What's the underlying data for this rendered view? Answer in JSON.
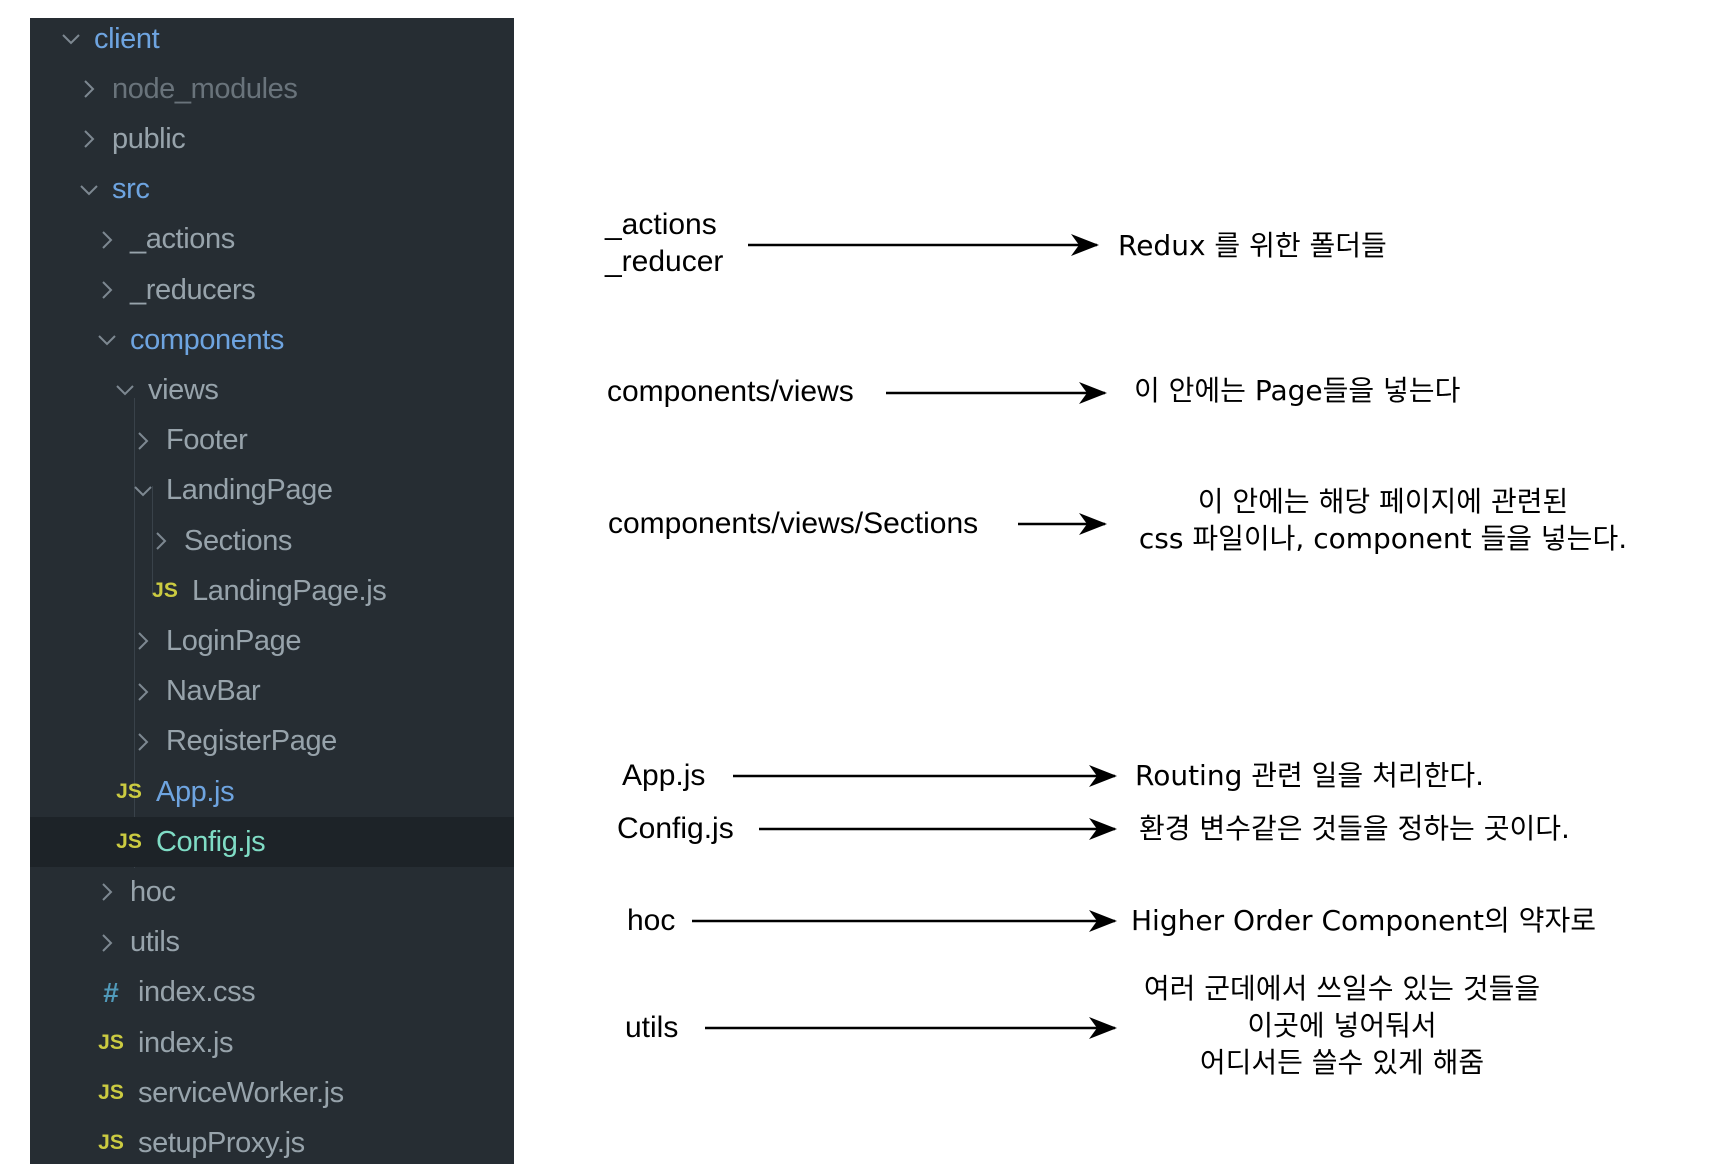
{
  "explorer": {
    "items": [
      {
        "label": "client",
        "kind": "folder-open",
        "depth": 0,
        "active": true
      },
      {
        "label": "node_modules",
        "kind": "folder",
        "depth": 1,
        "dim": true
      },
      {
        "label": "public",
        "kind": "folder",
        "depth": 1
      },
      {
        "label": "src",
        "kind": "folder-open",
        "depth": 1,
        "active": true
      },
      {
        "label": "_actions",
        "kind": "folder",
        "depth": 2
      },
      {
        "label": "_reducers",
        "kind": "folder",
        "depth": 2
      },
      {
        "label": "components",
        "kind": "folder-open",
        "depth": 2,
        "active": true
      },
      {
        "label": "views",
        "kind": "folder-open",
        "depth": 3
      },
      {
        "label": "Footer",
        "kind": "folder",
        "depth": 4
      },
      {
        "label": "LandingPage",
        "kind": "folder-open",
        "depth": 4
      },
      {
        "label": "Sections",
        "kind": "folder",
        "depth": 5
      },
      {
        "label": "LandingPage.js",
        "kind": "js",
        "depth": 5
      },
      {
        "label": "LoginPage",
        "kind": "folder",
        "depth": 4
      },
      {
        "label": "NavBar",
        "kind": "folder",
        "depth": 4
      },
      {
        "label": "RegisterPage",
        "kind": "folder",
        "depth": 4
      },
      {
        "label": "App.js",
        "kind": "js",
        "depth": 3,
        "active": true
      },
      {
        "label": "Config.js",
        "kind": "js",
        "depth": 3,
        "selected": true
      },
      {
        "label": "hoc",
        "kind": "folder",
        "depth": 2
      },
      {
        "label": "utils",
        "kind": "folder",
        "depth": 2
      },
      {
        "label": "index.css",
        "kind": "css",
        "depth": 2
      },
      {
        "label": "index.js",
        "kind": "js",
        "depth": 2
      },
      {
        "label": "serviceWorker.js",
        "kind": "js",
        "depth": 2
      },
      {
        "label": "setupProxy.js",
        "kind": "js",
        "depth": 2
      }
    ],
    "js_badge": "JS",
    "css_badge": "#",
    "colors": {
      "background": "#262d33",
      "text": "#97a3ab",
      "active_folder": "#6ea4e0",
      "selected_file": "#7fdcc5",
      "js_badge": "#cbcb41",
      "css_badge": "#519aba"
    }
  },
  "annotations": [
    {
      "id": "actions",
      "left": [
        "_actions",
        "_reducer"
      ],
      "right": [
        "Redux 를 위한 폴더들"
      ]
    },
    {
      "id": "views",
      "left": [
        "components/views"
      ],
      "right": [
        "이 안에는 Page들을 넣는다"
      ]
    },
    {
      "id": "sections",
      "left": [
        "components/views/Sections"
      ],
      "right": [
        "이 안에는 해당 페이지에 관련된",
        "css 파일이나, component 들을 넣는다."
      ]
    },
    {
      "id": "app",
      "left": [
        "App.js"
      ],
      "right": [
        "Routing 관련 일을 처리한다."
      ]
    },
    {
      "id": "config",
      "left": [
        "Config.js"
      ],
      "right": [
        "환경 변수같은 것들을 정하는 곳이다."
      ]
    },
    {
      "id": "hoc",
      "left": [
        "hoc"
      ],
      "right": [
        "Higher Order Component의 약자로"
      ]
    },
    {
      "id": "utils",
      "left": [
        "utils"
      ],
      "right": [
        "여러 군데에서 쓰일수 있는 것들을",
        "이곳에 넣어둬서",
        "어디서든 쓸수 있게 해줌"
      ]
    }
  ]
}
